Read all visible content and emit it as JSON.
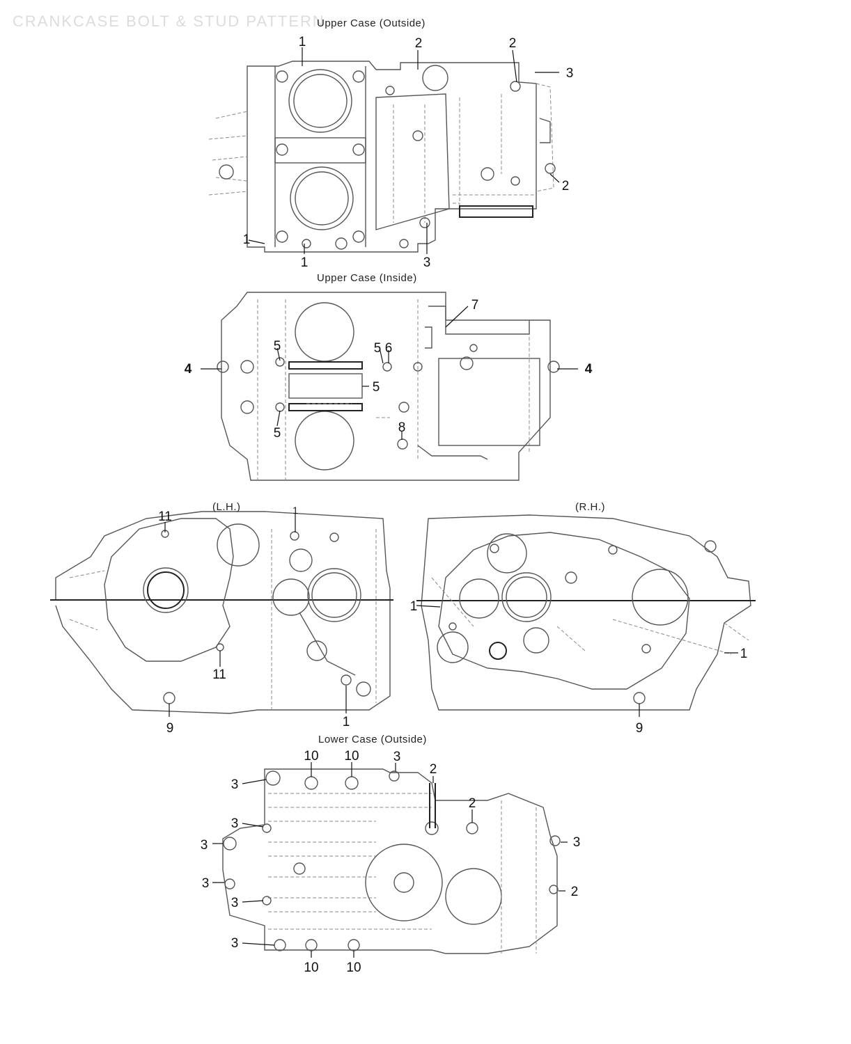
{
  "title": "CRANKCASE BOLT & STUD PATTERN",
  "sections": {
    "upper_outside": "Upper Case (Outside)",
    "upper_inside": "Upper Case (Inside)",
    "lh": "(L.H.)",
    "rh": "(R.H.)",
    "lower_outside": "Lower Case (Outside)"
  },
  "callouts": {
    "uo": [
      "1",
      "2",
      "2",
      "3",
      "2",
      "1",
      "1",
      "3"
    ],
    "ui": [
      "7",
      "5",
      "5",
      "6",
      "4",
      "4",
      "5",
      "5",
      "8"
    ],
    "lh": [
      "11",
      "1",
      "11",
      "9",
      "1"
    ],
    "rh": [
      "1",
      "1",
      "9"
    ],
    "lo": [
      "10",
      "10",
      "3",
      "2",
      "3",
      "2",
      "3",
      "3",
      "3",
      "3",
      "2",
      "3",
      "3",
      "10",
      "10"
    ]
  }
}
